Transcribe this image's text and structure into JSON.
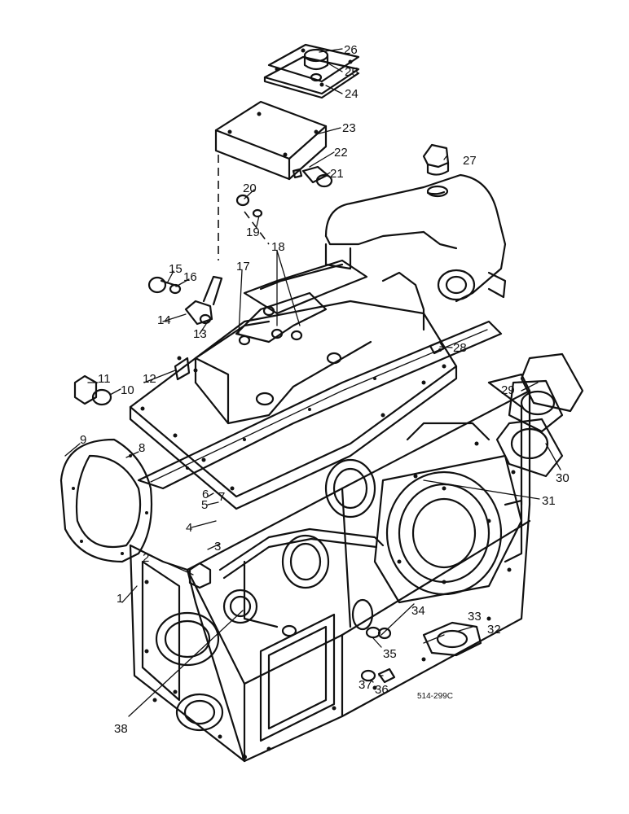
{
  "drawing_code": "514-299C",
  "callouts": [
    "1",
    "2",
    "3",
    "4",
    "5",
    "6",
    "7",
    "8",
    "9",
    "10",
    "11",
    "12",
    "13",
    "14",
    "15",
    "16",
    "17",
    "18",
    "19",
    "20",
    "21",
    "22",
    "23",
    "24",
    "25",
    "26",
    "27",
    "28",
    "29",
    "30",
    "31",
    "32",
    "33",
    "34",
    "35",
    "36",
    "37",
    "38"
  ]
}
